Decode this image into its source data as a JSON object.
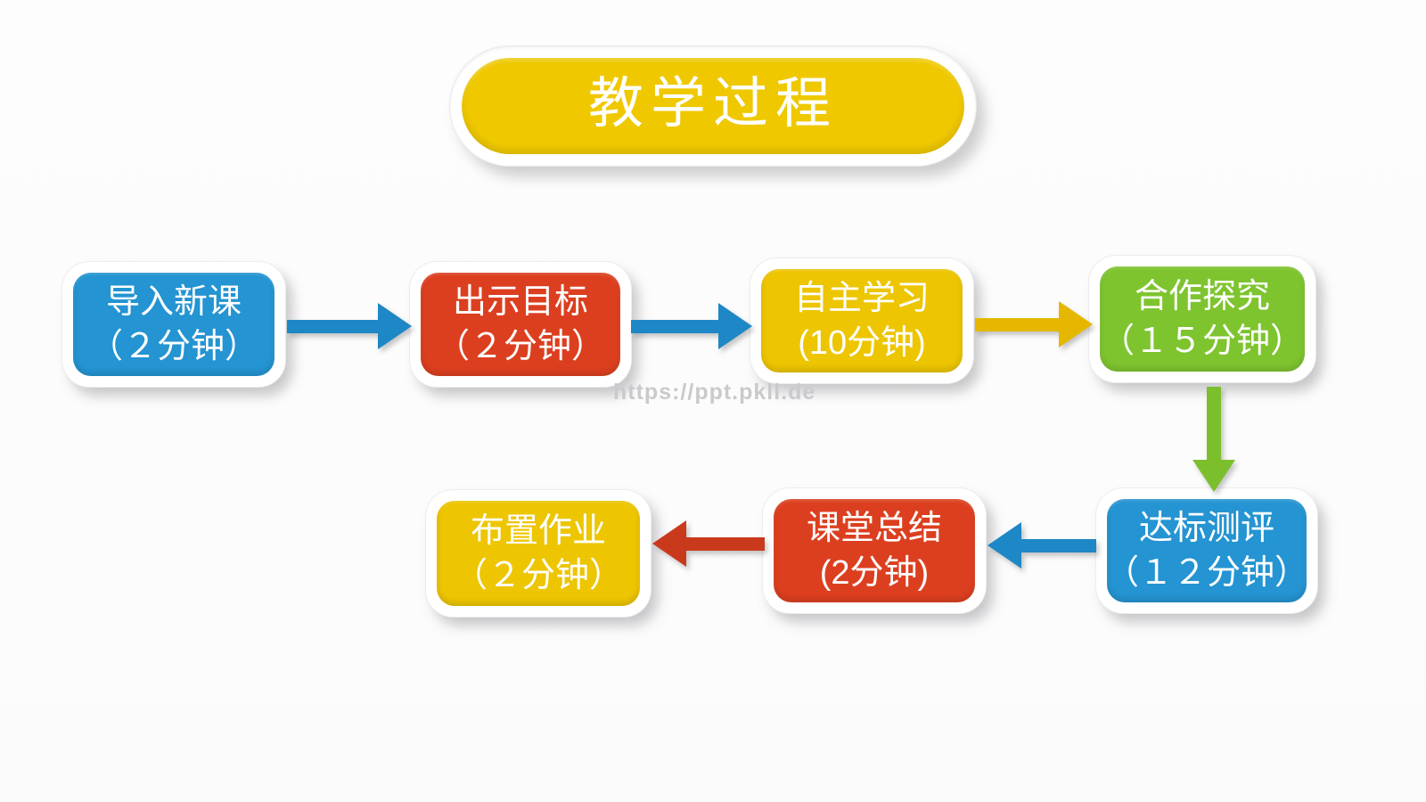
{
  "diagram_type": "flowchart",
  "title": {
    "text": "教学过程",
    "fill_color": "#EFC800"
  },
  "watermark": "https://ppt.pkll.de",
  "boxes": [
    {
      "id": "intro",
      "line1": "导入新课",
      "line2": "（２分钟）",
      "color": "#2494D2"
    },
    {
      "id": "objectives",
      "line1": "出示目标",
      "line2": "（２分钟）",
      "color": "#DC3F1F"
    },
    {
      "id": "self-study",
      "line1": "自主学习",
      "line2": "(10分钟)",
      "color": "#EDC500"
    },
    {
      "id": "cooperate",
      "line1": "合作探究",
      "line2": "（１５分钟）",
      "color": "#7EC42F"
    },
    {
      "id": "assessment",
      "line1": "达标测评",
      "line2": "（１２分钟）",
      "color": "#2494D2"
    },
    {
      "id": "summary",
      "line1": "课堂总结",
      "line2": "(2分钟)",
      "color": "#DC3F1F"
    },
    {
      "id": "homework",
      "line1": "布置作业",
      "line2": "（２分钟）",
      "color": "#EDC500"
    }
  ],
  "arrows": [
    {
      "from": "导入新课",
      "to": "出示目标",
      "direction": "right",
      "color": "#1E87C5"
    },
    {
      "from": "出示目标",
      "to": "自主学习",
      "direction": "right",
      "color": "#1E87C5"
    },
    {
      "from": "自主学习",
      "to": "合作探究",
      "direction": "right",
      "color": "#E5B700"
    },
    {
      "from": "合作探究",
      "to": "达标测评",
      "direction": "down",
      "color": "#7CBF2D"
    },
    {
      "from": "达标测评",
      "to": "课堂总结",
      "direction": "left",
      "color": "#1E87C5"
    },
    {
      "from": "课堂总结",
      "to": "布置作业",
      "direction": "left",
      "color": "#C93A1C"
    }
  ],
  "colors": {
    "background": "#FDFDFD",
    "frame_white": "#FFFFFF",
    "node_blue": "#2494D2",
    "node_red": "#DC3F1F",
    "node_yellow": "#EDC500",
    "node_green": "#7EC42F",
    "watermark_gray": "#C8CACC",
    "text_white": "#FFFFFF"
  }
}
